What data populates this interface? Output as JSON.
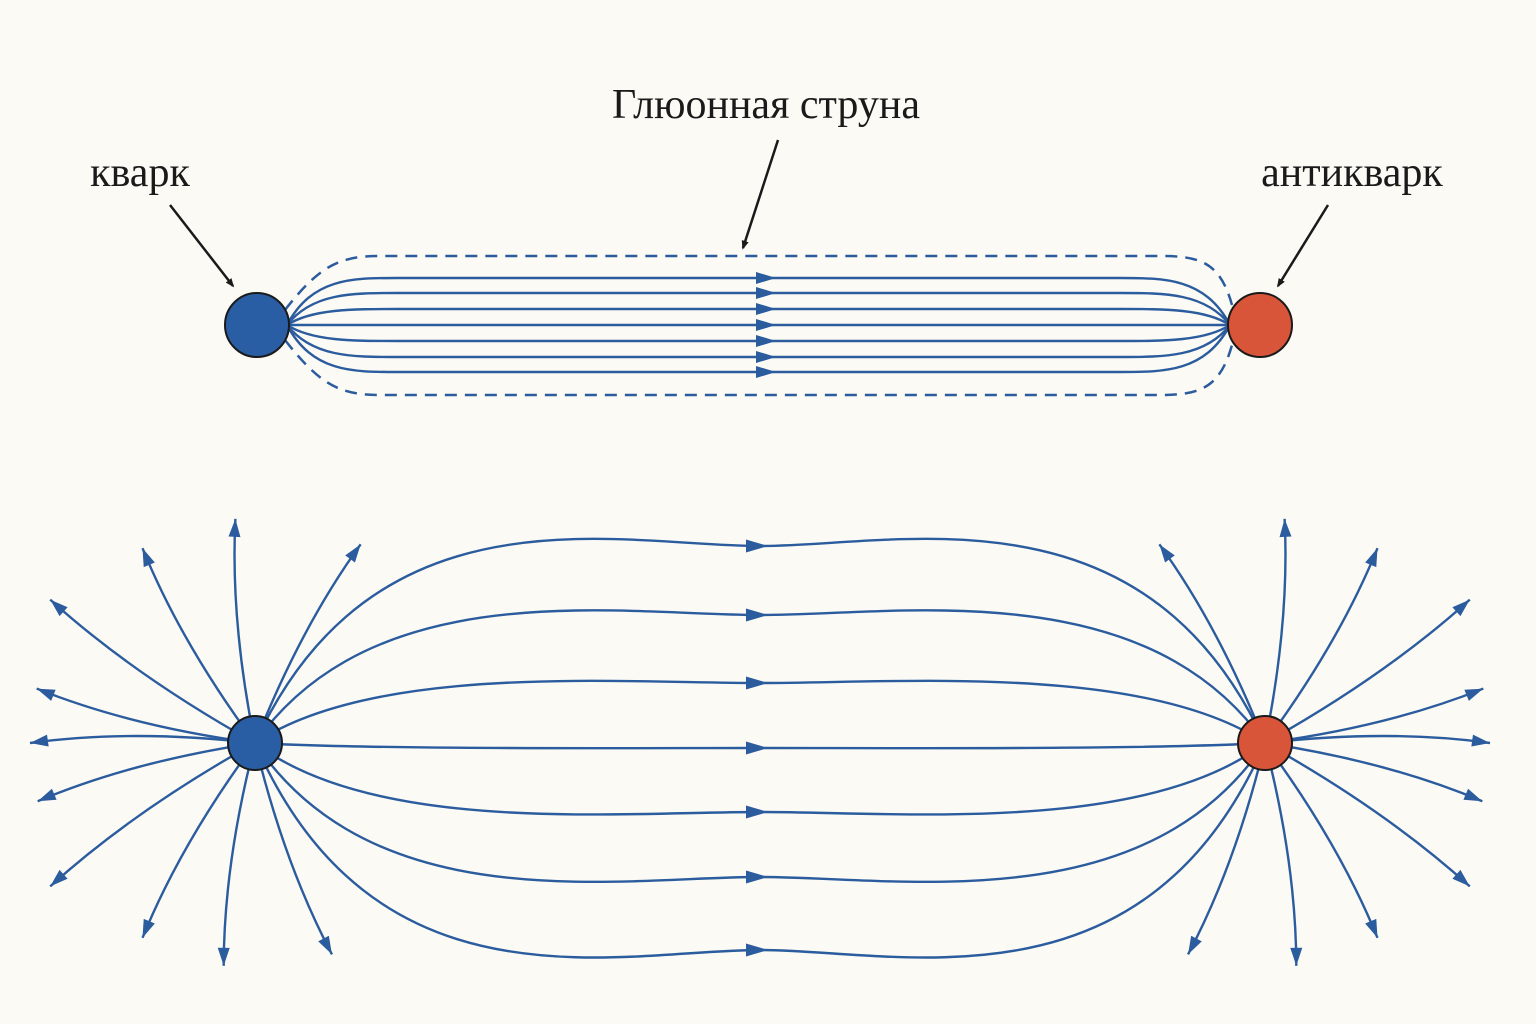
{
  "labels": {
    "quark": "кварк",
    "antiquark": "антикварк",
    "string": "Глюонная струна"
  },
  "colors": {
    "background": "#fcfaf5",
    "field_line": "#2b5c9e",
    "quark": "#2a5ea4",
    "antiquark": "#d9553a",
    "outline": "#1a1a1a"
  },
  "panels": [
    {
      "name": "confined-flux-tube"
    },
    {
      "name": "dipole-field"
    }
  ]
}
